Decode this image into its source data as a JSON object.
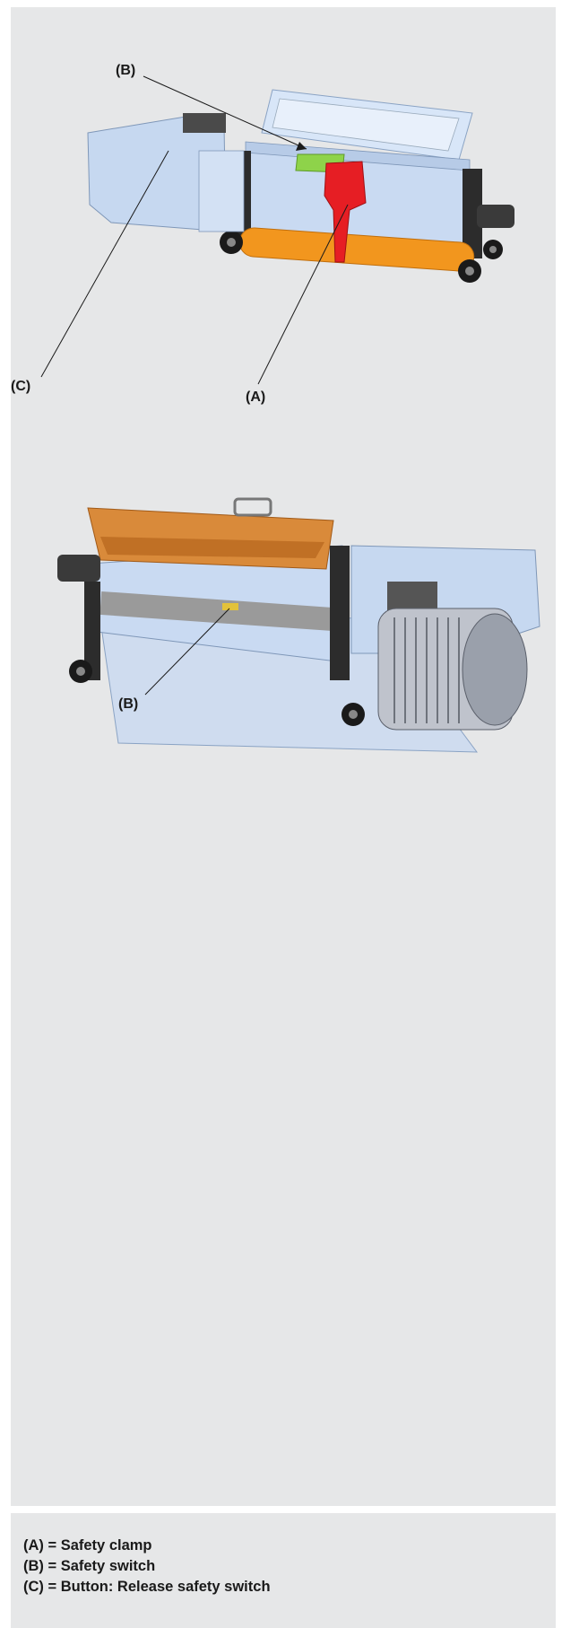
{
  "figure1": {
    "callouts": {
      "a": "(A)",
      "b": "(B)",
      "c": "(C)"
    }
  },
  "figure2": {
    "callouts": {
      "b": "(B)"
    }
  },
  "legend": {
    "items": [
      "(A) = Safety clamp",
      "(B) = Safety switch",
      "(C) = Button: Release safety switch"
    ]
  },
  "colors": {
    "panel": "#e6e7e8",
    "machine_body": "#c9daf2",
    "safety_clamp": "#e61e24",
    "safety_switch": "#8ed34a",
    "hopper_orange": "#d98a3a",
    "cylinder_orange": "#f2961e"
  }
}
